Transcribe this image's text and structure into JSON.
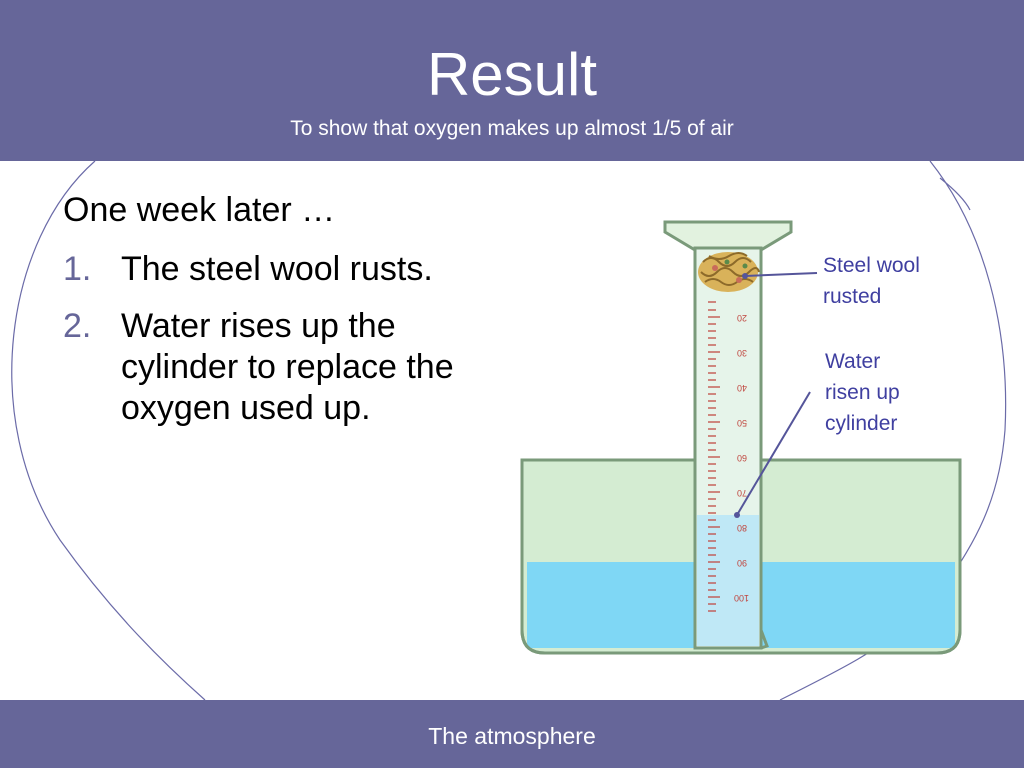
{
  "slide": {
    "title": "Result",
    "subtitle": "To show that oxygen makes up almost 1/5 of air",
    "footer": "The atmosphere"
  },
  "content": {
    "lead": "One week later …",
    "items": [
      {
        "number": "1.",
        "text": "The steel wool rusts."
      },
      {
        "number": "2.",
        "text": "Water rises up the cylinder to replace the oxygen used up."
      }
    ]
  },
  "diagram": {
    "labels": {
      "steel_wool": [
        "Steel wool",
        "rusted"
      ],
      "water": [
        "Water",
        "risen up",
        "cylinder"
      ]
    },
    "scale_marks": [
      "20",
      "30",
      "40",
      "50",
      "60",
      "70",
      "80",
      "90",
      "100"
    ],
    "colors": {
      "accent": "#666699",
      "water": "#7fd7f5",
      "trough": "#d4ecd2",
      "label": "#3f3fa0",
      "scale": "#c0463f"
    }
  }
}
